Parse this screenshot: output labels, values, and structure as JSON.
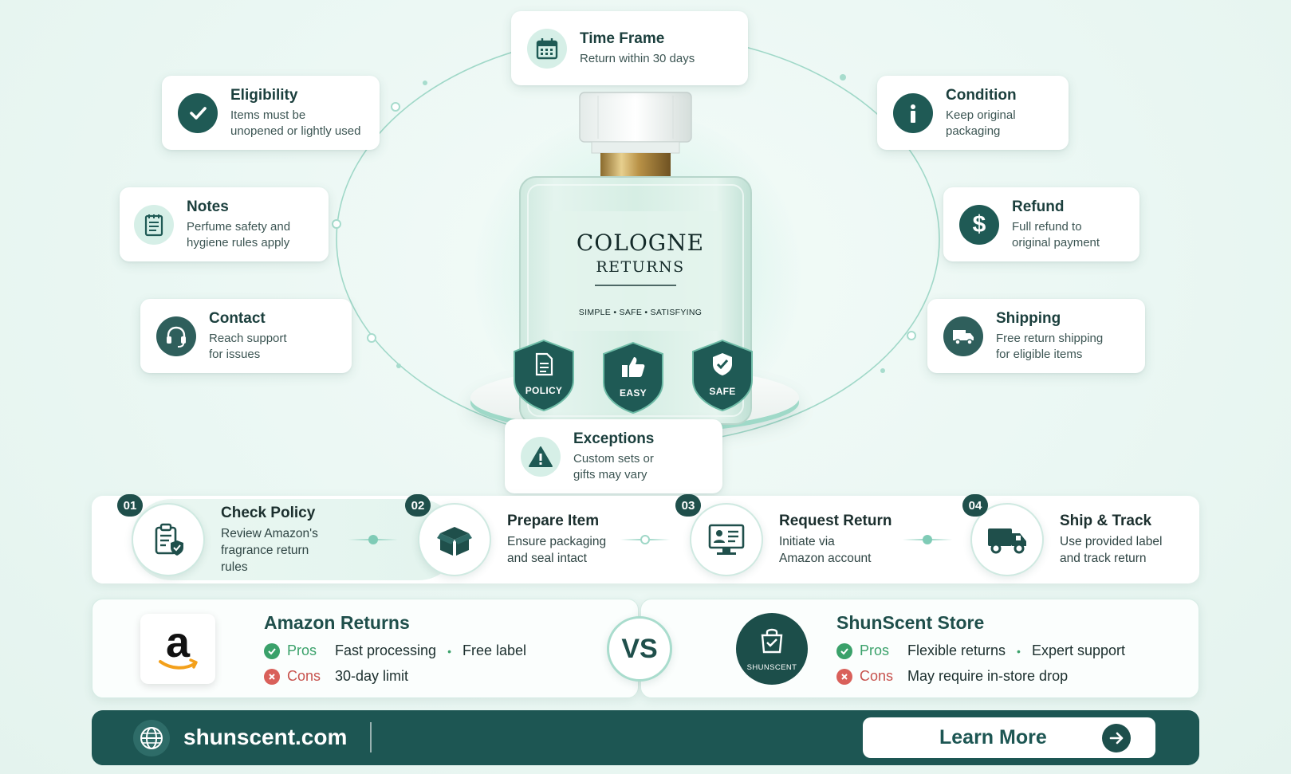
{
  "cards": {
    "time_frame": {
      "title": "Time Frame",
      "desc1": "Return within 30 days",
      "icon": "calendar-icon"
    },
    "eligibility": {
      "title": "Eligibility",
      "desc1": "Items must be",
      "desc2": "unopened or lightly used",
      "icon": "checkmark-icon"
    },
    "condition": {
      "title": "Condition",
      "desc1": "Keep original",
      "desc2": "packaging",
      "icon": "info-icon"
    },
    "notes": {
      "title": "Notes",
      "desc1": "Perfume safety and",
      "desc2": "hygiene rules apply",
      "icon": "notepad-icon"
    },
    "refund": {
      "title": "Refund",
      "desc1": "Full refund to",
      "desc2": "original payment",
      "icon": "dollar-icon"
    },
    "contact": {
      "title": "Contact",
      "desc1": "Reach support",
      "desc2": "for issues",
      "icon": "headset-icon"
    },
    "shipping": {
      "title": "Shipping",
      "desc1": "Free return shipping",
      "desc2": "for eligible items",
      "icon": "truck-icon"
    },
    "exceptions": {
      "title": "Exceptions",
      "desc1": "Custom sets or",
      "desc2": "gifts may vary",
      "icon": "warning-icon"
    }
  },
  "bottle": {
    "line1": "COLOGNE",
    "line2": "RETURNS",
    "tagline": "SIMPLE • SAFE • SATISFYING"
  },
  "shields": [
    {
      "label": "POLICY",
      "icon": "document-icon"
    },
    {
      "label": "EASY",
      "icon": "thumbs-up-icon"
    },
    {
      "label": "SAFE",
      "icon": "shield-check-icon"
    }
  ],
  "steps": [
    {
      "num": "01",
      "title": "Check Policy",
      "lines": [
        "Review Amazon's",
        "fragrance return",
        "rules"
      ],
      "icon": "clipboard-shield-icon"
    },
    {
      "num": "02",
      "title": "Prepare Item",
      "lines": [
        "Ensure packaging",
        "and seal intact"
      ],
      "icon": "box-icon"
    },
    {
      "num": "03",
      "title": "Request Return",
      "lines": [
        "Initiate via",
        "Amazon account"
      ],
      "icon": "computer-profile-icon"
    },
    {
      "num": "04",
      "title": "Ship & Track",
      "lines": [
        "Use provided label",
        "and track return"
      ],
      "icon": "delivery-truck-icon"
    }
  ],
  "compare": {
    "amazon": {
      "logo_letter": "a",
      "title": "Amazon Returns",
      "pros_label": "Pros",
      "pros": [
        "Fast processing",
        "Free label"
      ],
      "cons_label": "Cons",
      "cons": [
        "30-day limit"
      ]
    },
    "vs": "VS",
    "shunscent": {
      "logo_text": "SHUNSCENT",
      "title": "ShunScent Store",
      "pros_label": "Pros",
      "pros": [
        "Flexible returns",
        "Expert support"
      ],
      "cons_label": "Cons",
      "cons": [
        "May require in-store drop"
      ]
    }
  },
  "footer": {
    "site": "shunscent.com",
    "cta": "Learn More"
  },
  "colors": {
    "brand_dark": "#1d5653",
    "mint": "#a9dccd",
    "pros_green": "#3aa16a",
    "cons_red": "#c7524d"
  }
}
